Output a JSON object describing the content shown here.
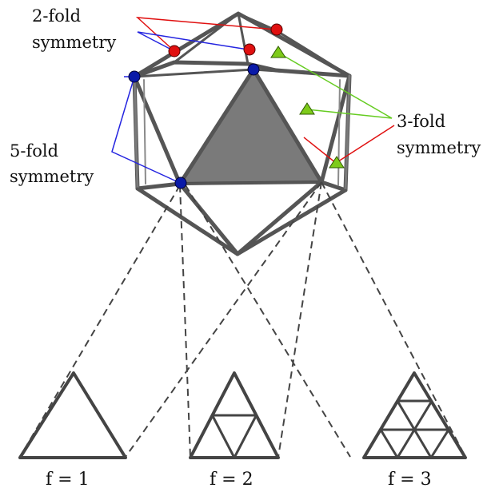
{
  "labels": {
    "twofold": [
      "2-fold",
      "symmetry"
    ],
    "fivefold": [
      "5-fold",
      "symmetry"
    ],
    "threefold": [
      "3-fold",
      "symmetry"
    ]
  },
  "triangles": [
    {
      "label": "f = 1",
      "subdivision": 1
    },
    {
      "label": "f = 2",
      "subdivision": 2
    },
    {
      "label": "f = 3",
      "subdivision": 3
    }
  ],
  "colors": {
    "frame": "#555555",
    "shaded_face": "#7a7a7a",
    "twofold_marker": "#e01010",
    "fivefold_marker": "#0a1aa8",
    "threefold_marker": "#7ecb1a",
    "twofold_line": "#e01010",
    "fivefold_line": "#2424e0",
    "threefold_line": "#66cc22",
    "dashed": "#444444",
    "text": "#111111"
  }
}
